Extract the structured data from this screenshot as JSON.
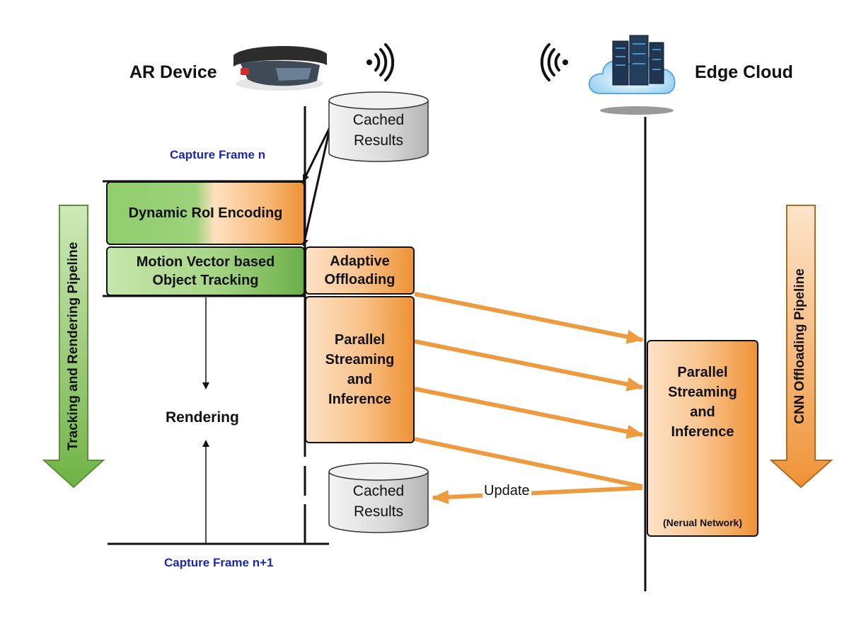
{
  "header": {
    "ar_device": "AR Device",
    "edge_cloud": "Edge Cloud"
  },
  "cached_top": {
    "line1": "Cached",
    "line2": "Results"
  },
  "cached_bottom": {
    "line1": "Cached",
    "line2": "Results"
  },
  "capture_n": "Capture Frame n",
  "capture_n1": "Capture Frame n+1",
  "boxes": {
    "roi": "Dynamic RoI Encoding",
    "mv_line1": "Motion Vector based",
    "mv_line2": "Object Tracking",
    "adaptive_line1": "Adaptive",
    "adaptive_line2": "Offloading",
    "psi_left": [
      "Parallel",
      "Streaming",
      "and",
      "Inference"
    ],
    "psi_right": [
      "Parallel",
      "Streaming",
      "and",
      "Inference"
    ],
    "neural": "(Nerual Network)"
  },
  "rendering": "Rendering",
  "update": "Update",
  "pipelines": {
    "left": "Tracking and Rendering Pipeline",
    "right": "CNN Offloading Pipeline"
  },
  "colors": {
    "green": "#7cc04b",
    "orange": "#ee9b3f",
    "capture_text": "#1a27b4"
  },
  "icons": [
    "ar-headset-icon",
    "wireless-signal-icon",
    "server-cloud-icon",
    "neural-network-icon"
  ]
}
